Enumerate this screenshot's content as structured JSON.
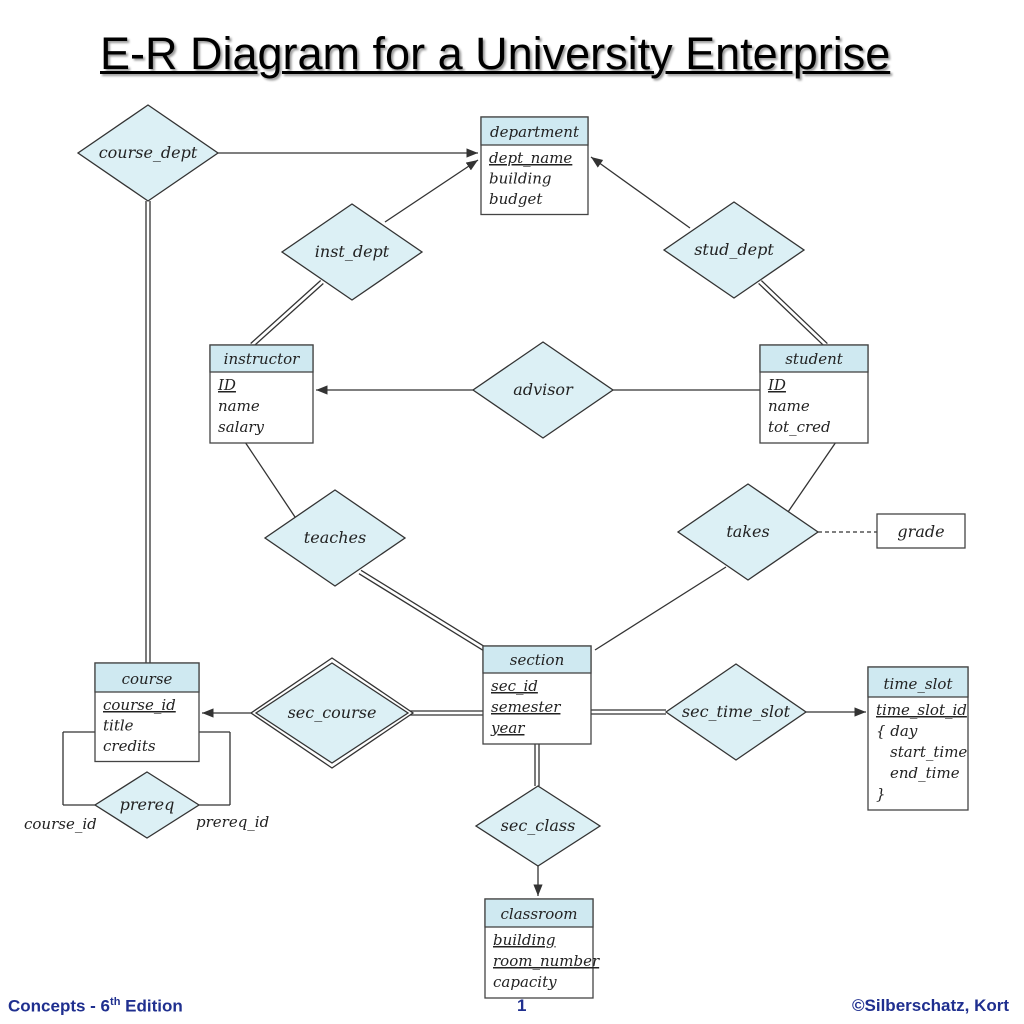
{
  "title": "E-R Diagram for a University Enterprise",
  "footer": {
    "left_pre": "Concepts - 6",
    "left_sup": "th",
    "left_post": " Edition",
    "page": "1",
    "right": "©Silberschatz, Kort"
  },
  "colors": {
    "entity_header": "#cfe9f1",
    "relationship_fill": "#dcf0f5",
    "stroke": "#333333",
    "footer_text": "#1f2f8f"
  },
  "entities": {
    "department": {
      "name": "department",
      "attributes": [
        {
          "text": "dept_name",
          "key": true
        },
        {
          "text": "building"
        },
        {
          "text": "budget"
        }
      ]
    },
    "instructor": {
      "name": "instructor",
      "attributes": [
        {
          "text": "ID",
          "key": true
        },
        {
          "text": "name"
        },
        {
          "text": "salary"
        }
      ]
    },
    "student": {
      "name": "student",
      "attributes": [
        {
          "text": "ID",
          "key": true
        },
        {
          "text": "name"
        },
        {
          "text": "tot_cred"
        }
      ]
    },
    "section": {
      "name": "section",
      "attributes": [
        {
          "text": "sec_id",
          "partial_key": true
        },
        {
          "text": "semester",
          "partial_key": true
        },
        {
          "text": "year",
          "partial_key": true
        }
      ]
    },
    "course": {
      "name": "course",
      "attributes": [
        {
          "text": "course_id",
          "key": true
        },
        {
          "text": "title"
        },
        {
          "text": "credits"
        }
      ]
    },
    "time_slot": {
      "name": "time_slot",
      "attributes": [
        {
          "text": "time_slot_id",
          "key": true
        },
        {
          "text": "{  day"
        },
        {
          "text": "start_time"
        },
        {
          "text": "end_time"
        },
        {
          "text": "}"
        }
      ]
    },
    "classroom": {
      "name": "classroom",
      "attributes": [
        {
          "text": "building",
          "key": true
        },
        {
          "text": "room_number",
          "key": true
        },
        {
          "text": "capacity"
        }
      ]
    }
  },
  "relationships": {
    "course_dept": "course_dept",
    "inst_dept": "inst_dept",
    "stud_dept": "stud_dept",
    "advisor": "advisor",
    "teaches": "teaches",
    "takes": "takes",
    "sec_course": "sec_course",
    "sec_time_slot": "sec_time_slot",
    "sec_class": "sec_class",
    "prereq": "prereq"
  },
  "relationship_attributes": {
    "grade": "grade"
  },
  "role_labels": {
    "course_id": "course_id",
    "prereq_id": "prereq_id"
  }
}
